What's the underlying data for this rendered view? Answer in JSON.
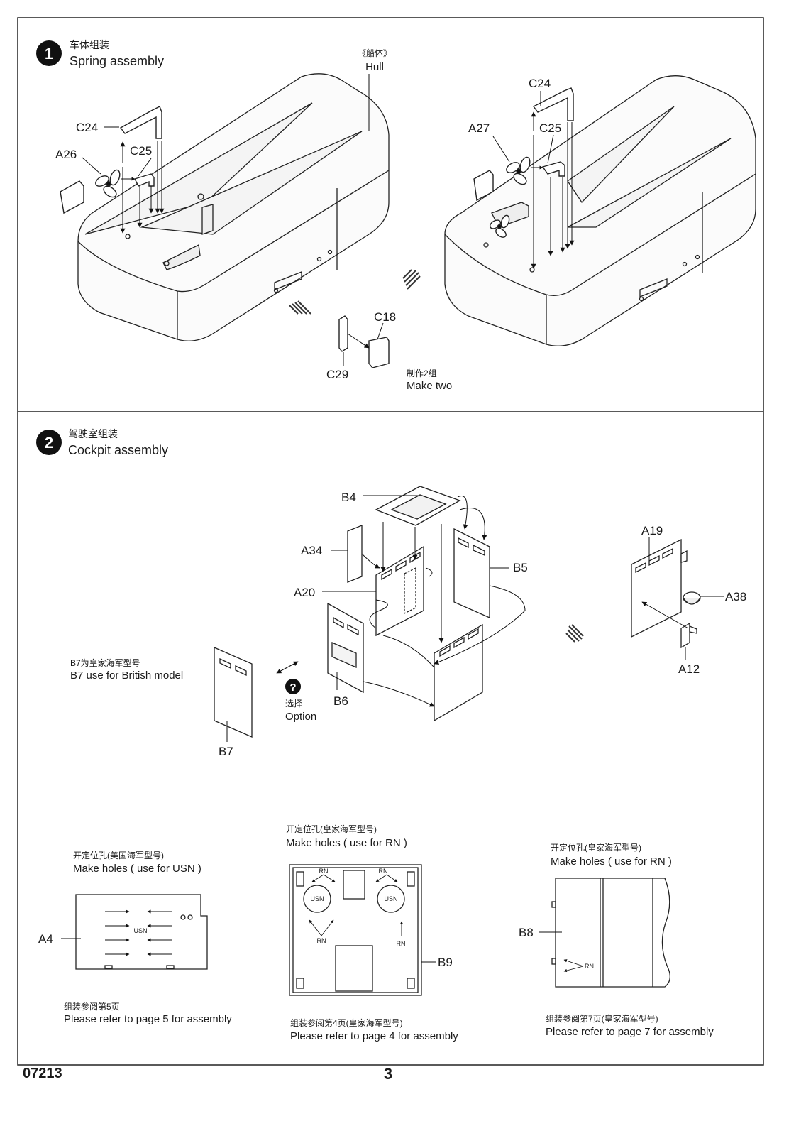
{
  "page": {
    "code": "07213",
    "number": "3"
  },
  "step1": {
    "number": "1",
    "title_zh": "车体组装",
    "title_en": "Spring assembly",
    "hull_zh": "《船体》",
    "hull_en": "Hull",
    "parts": {
      "c24": "C24",
      "a26": "A26",
      "c25": "C25",
      "a27": "A27",
      "c18": "C18",
      "c29": "C29"
    },
    "make_two_zh": "制作2组",
    "make_two_en": "Make two"
  },
  "step2": {
    "number": "2",
    "title_zh": "驾驶室组装",
    "title_en": "Cockpit assembly",
    "parts": {
      "b4": "B4",
      "a34": "A34",
      "a20": "A20",
      "b5": "B5",
      "b6": "B6",
      "b7": "B7",
      "a19": "A19",
      "a38": "A38",
      "a12": "A12",
      "a4": "A4",
      "b9": "B9",
      "b8": "B8"
    },
    "b7_note_zh": "B7为皇家海军型号",
    "b7_note_en": "B7 use for British model",
    "option_symbol": "?",
    "option_zh": "选择",
    "option_en": "Option"
  },
  "holes": {
    "usn": {
      "zh": "开定位孔(美国海军型号)",
      "en": "Make holes ( use for USN )",
      "ref_zh": "组装参阅第5页",
      "ref_en": "Please refer to page 5 for assembly",
      "mark": "USN"
    },
    "rn_b9": {
      "zh": "开定位孔(皇家海军型号)",
      "en": "Make holes ( use for RN )",
      "ref_zh": "组装参阅第4页(皇家海军型号)",
      "ref_en": "Please refer to page 4 for assembly",
      "usn_mark": "USN",
      "rn_mark": "RN"
    },
    "rn_b8": {
      "zh": "开定位孔(皇家海军型号)",
      "en": "Make holes ( use for RN )",
      "ref_zh": "组装参阅第7页(皇家海军型号)",
      "ref_en": "Please refer to page 7 for assembly",
      "rn_mark": "RN"
    }
  }
}
